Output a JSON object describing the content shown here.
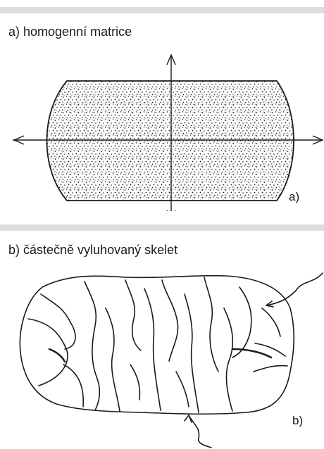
{
  "panel_a": {
    "title": "a) homogenní matrice",
    "tag": "a)"
  },
  "panel_b": {
    "title": "b) částečně vyluhovaný skelet",
    "tag": "b)"
  },
  "colors": {
    "ink": "#1a1a1a",
    "bar": "#dcdcdc"
  }
}
